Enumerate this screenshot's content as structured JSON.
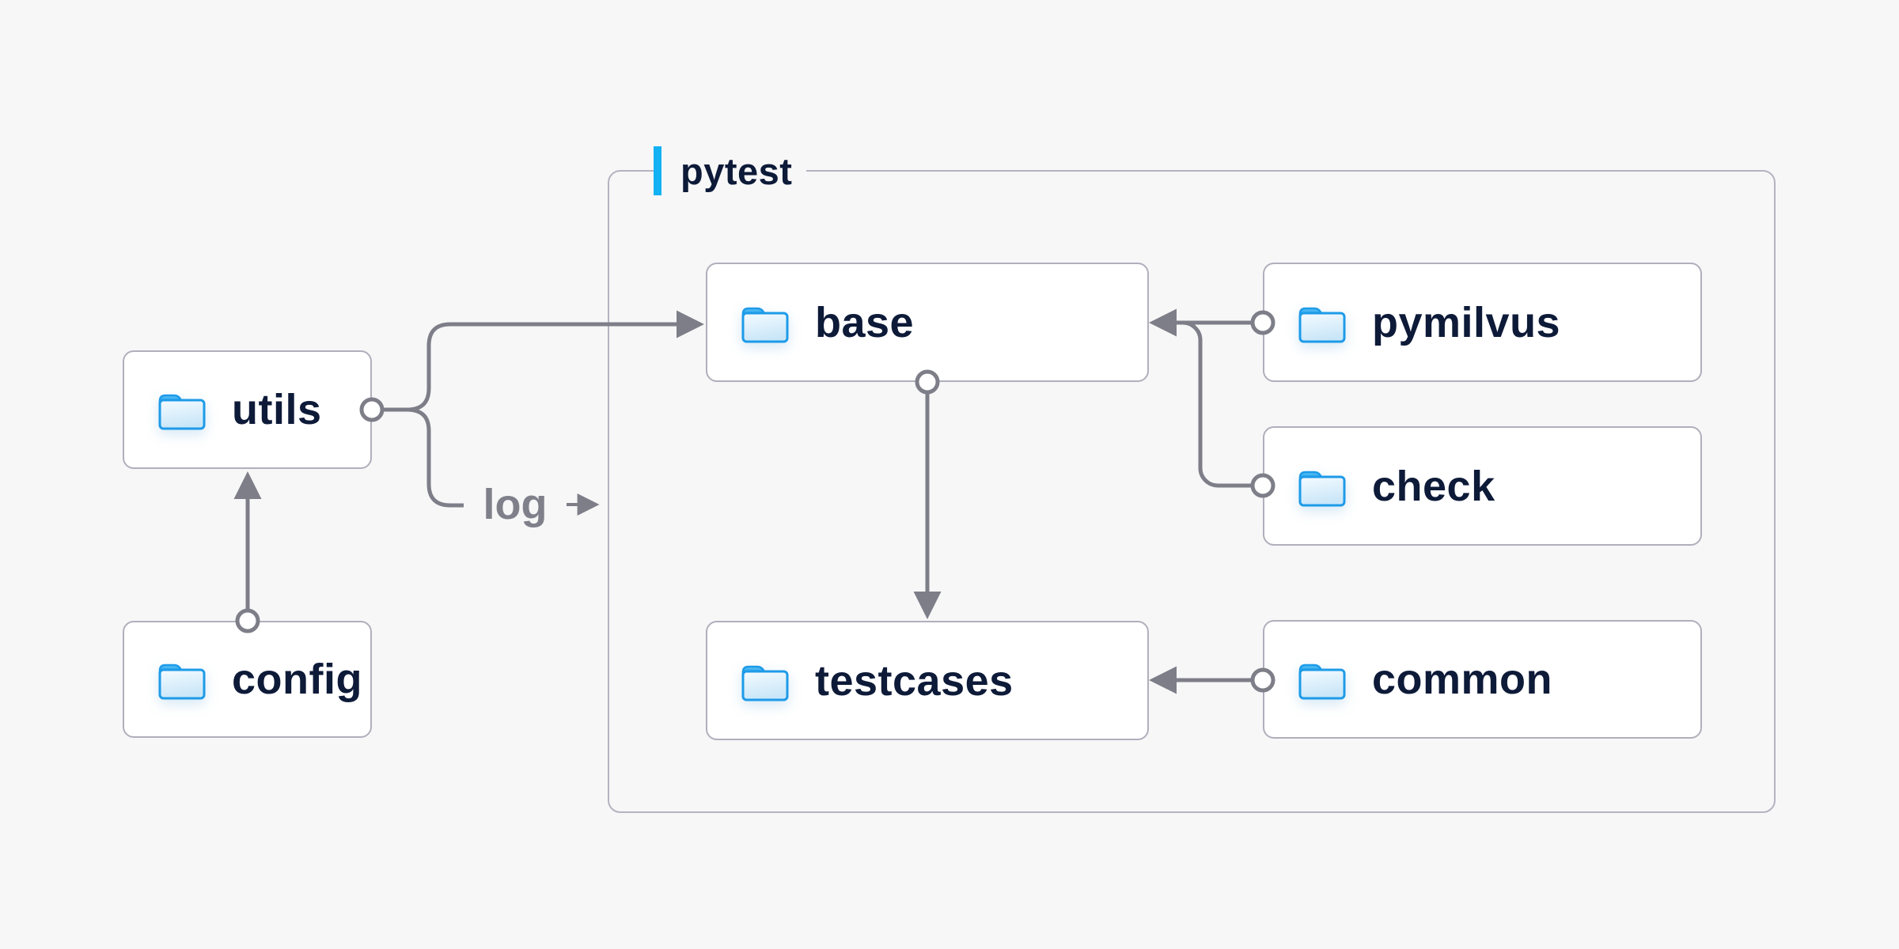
{
  "page": {
    "background": "#f7f7f8"
  },
  "palette": {
    "accent_blue": "#12b1f3",
    "wire_gray": "#7e7e89",
    "node_border": "#b0afbc",
    "container_border": "#b4b3c1",
    "text_navy": "#0d1a38",
    "edge_label_gray": "#80808b",
    "folder_blue": "#1d9be8"
  },
  "container": {
    "label": "pytest"
  },
  "nodes": {
    "utils": {
      "label": "utils",
      "icon": "folder-icon"
    },
    "config": {
      "label": "config",
      "icon": "folder-icon"
    },
    "base": {
      "label": "base",
      "icon": "folder-icon"
    },
    "testcases": {
      "label": "testcases",
      "icon": "folder-icon"
    },
    "pymilvus": {
      "label": "pymilvus",
      "icon": "folder-icon"
    },
    "check": {
      "label": "check",
      "icon": "folder-icon"
    },
    "common": {
      "label": "common",
      "icon": "folder-icon"
    }
  },
  "edges": [
    {
      "from": "config",
      "to": "utils",
      "label": ""
    },
    {
      "from": "utils",
      "to": "base",
      "label": ""
    },
    {
      "from": "utils",
      "to": "pytest-container",
      "label": "log"
    },
    {
      "from": "pymilvus",
      "to": "base",
      "label": ""
    },
    {
      "from": "check",
      "to": "base",
      "label": ""
    },
    {
      "from": "base",
      "to": "testcases",
      "label": ""
    },
    {
      "from": "common",
      "to": "testcases",
      "label": ""
    }
  ]
}
